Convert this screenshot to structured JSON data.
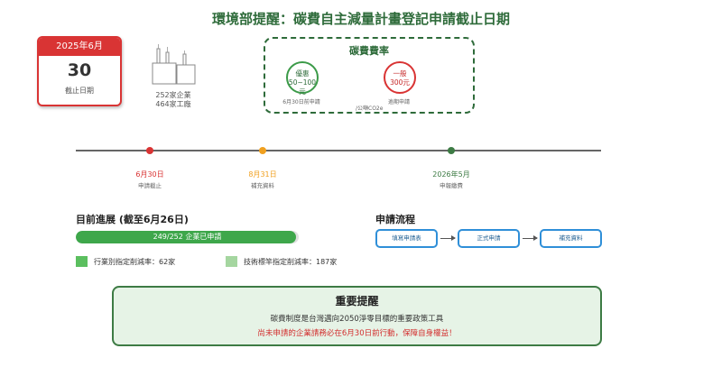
{
  "title": "環境部提醒：碳費自主減量計畫登記申請截止日期",
  "calendar": {
    "month": "2025年6月",
    "day": "30",
    "label": "截止日期"
  },
  "factories": {
    "companies": "252家企業",
    "plants": "464家工廠"
  },
  "fee": {
    "title": "碳費費率",
    "preferential": {
      "label": "優惠",
      "amount": "50~100元",
      "note": "6月30日前申請"
    },
    "general": {
      "label": "一般",
      "amount": "300元",
      "note": "逾期申請"
    },
    "unit": "/公噸CO2e"
  },
  "timeline": [
    {
      "date": "6月30日",
      "desc": "申請截止",
      "color": "#d93434"
    },
    {
      "date": "8月31日",
      "desc": "補充資料",
      "color": "#f0a020"
    },
    {
      "date": "2026年5月",
      "desc": "申報繳費",
      "color": "#3d7b44"
    }
  ],
  "progress": {
    "title": "目前進展 (截至6月26日)",
    "done": 249,
    "total": 252,
    "bar_text": "249/252 企業已申請",
    "legend": [
      {
        "text": "行業別指定削減率：62家",
        "color": "#5bbf5f"
      },
      {
        "text": "技術標竿指定削減率：187家",
        "color": "#a5d6a0"
      }
    ]
  },
  "process": {
    "title": "申請流程",
    "steps": [
      "填寫申請表",
      "正式申請",
      "補充資料"
    ]
  },
  "notice": {
    "title": "重要提醒",
    "line1": "碳費制度是台灣邁向2050淨零目標的重要政策工具",
    "line2": "尚未申請的企業請務必在6月30日前行動，保障自身權益！"
  }
}
